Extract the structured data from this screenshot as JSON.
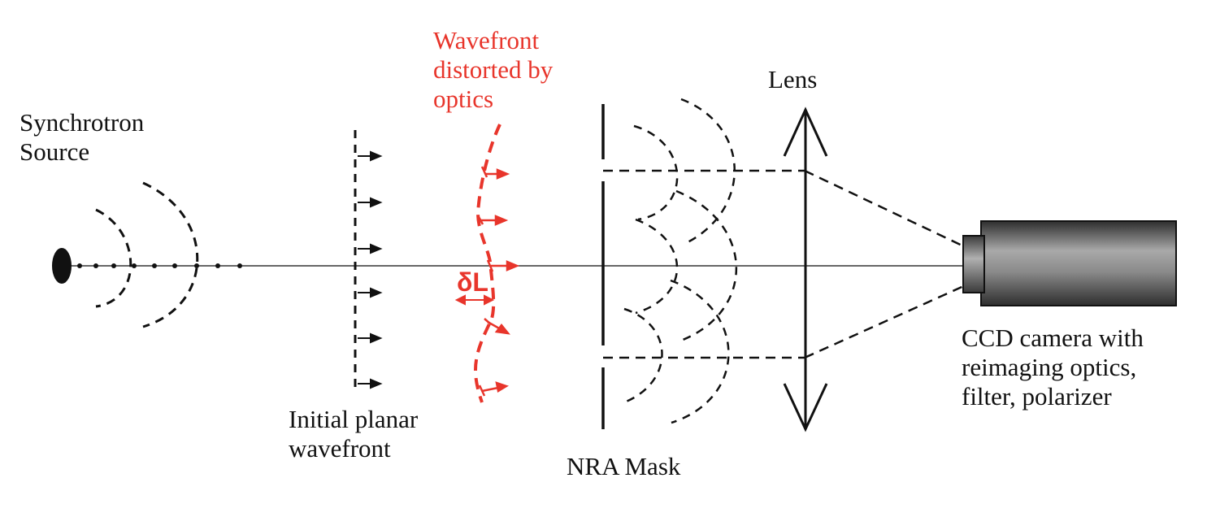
{
  "labels": {
    "source_line1": "Synchrotron",
    "source_line2": "Source",
    "planar_line1": "Initial planar",
    "planar_line2": "wavefront",
    "distorted_line1": "Wavefront",
    "distorted_line2": "distorted by",
    "distorted_line3": "optics",
    "delta": "δL",
    "mask": "NRA Mask",
    "lens": "Lens",
    "camera_line1": "CCD camera with",
    "camera_line2": "reimaging optics,",
    "camera_line3": "filter, polarizer"
  },
  "colors": {
    "ink": "#111111",
    "accent": "#e8352b",
    "camera_dark": "#2e2e2e",
    "camera_light": "#a9a9a9"
  }
}
